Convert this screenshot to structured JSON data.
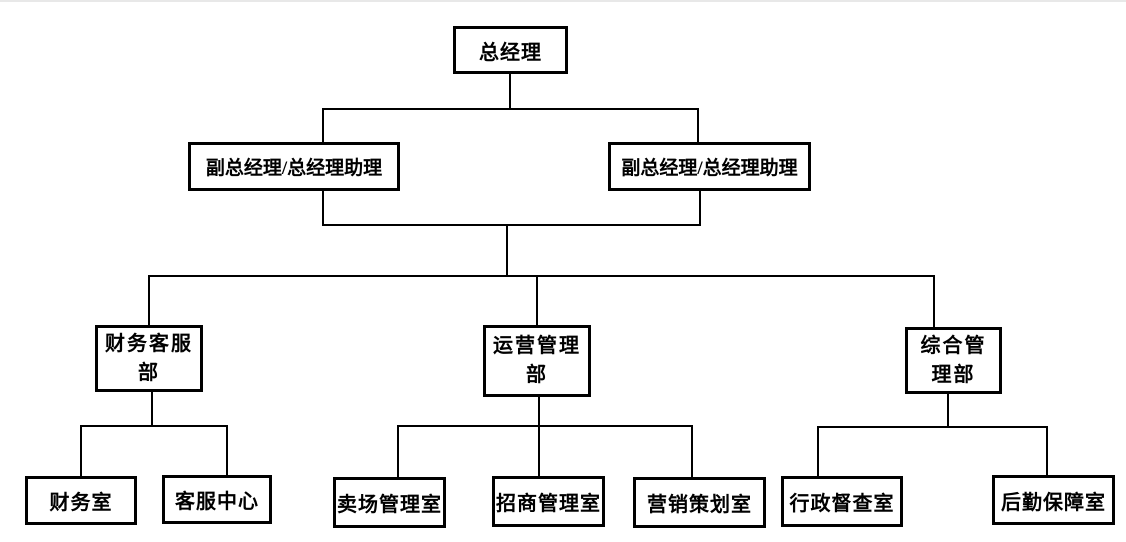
{
  "page": {
    "background_color": "#ffffff",
    "top_edge_color": "#e8e8e8"
  },
  "org_chart": {
    "type": "organizational-chart",
    "line_color": "#000000",
    "box_border_color": "#000000",
    "text_color": "#000000",
    "root": {
      "label": "总经理"
    },
    "level2": [
      {
        "label": "副总经理/总经理助理"
      },
      {
        "label": "副总经理/总经理助理"
      }
    ],
    "departments": [
      {
        "label": "财务客服部",
        "offices": [
          {
            "label": "财务室"
          },
          {
            "label": "客服中心"
          }
        ]
      },
      {
        "label": "运营管理部",
        "offices": [
          {
            "label": "卖场管理室"
          },
          {
            "label": "招商管理室"
          },
          {
            "label": "营销策划室"
          }
        ]
      },
      {
        "label": "综合管理部",
        "offices": [
          {
            "label": "行政督查室"
          },
          {
            "label": "后勤保障室"
          }
        ]
      }
    ]
  }
}
